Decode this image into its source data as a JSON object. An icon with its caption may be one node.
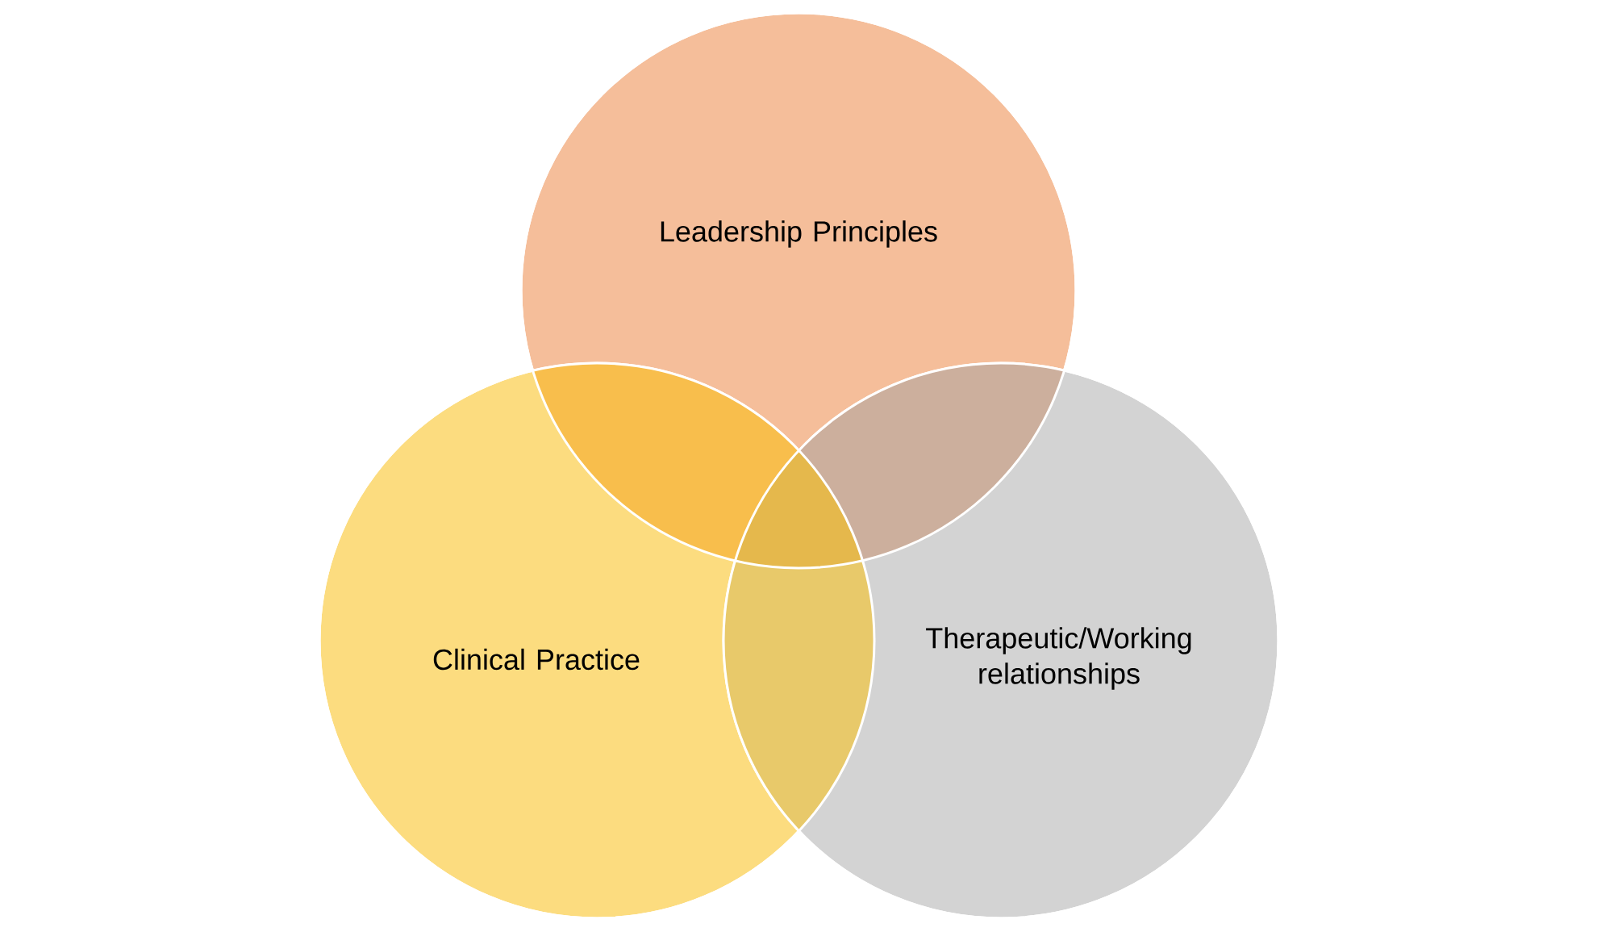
{
  "diagram": {
    "nodes": [
      {
        "text": [
          "Leadership Principles"
        ]
      },
      {
        "text": [
          "Clinical Practice"
        ]
      },
      {
        "text": [
          "Therapeutic/Working relationships"
        ]
      }
    ]
  }
}
